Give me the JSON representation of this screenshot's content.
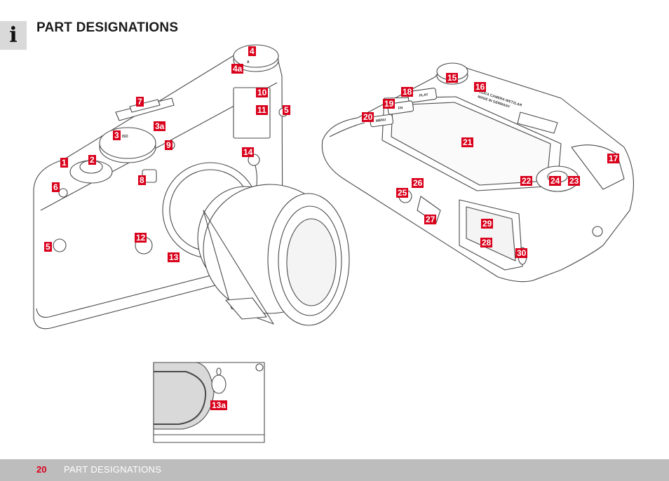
{
  "header": {
    "title": "PART DESIGNATIONS",
    "icon": "info-icon",
    "icon_glyph": "i"
  },
  "footer": {
    "page_number": "20",
    "section_title": "PART DESIGNATIONS"
  },
  "accent_color": "#d9001b",
  "front_view": {
    "labels": [
      "1",
      "2",
      "3",
      "3a",
      "4",
      "4a",
      "5",
      "5",
      "6",
      "7",
      "8",
      "9",
      "10",
      "11",
      "12",
      "13",
      "14"
    ],
    "engravings": [
      "ISO",
      "A"
    ]
  },
  "rear_view": {
    "labels": [
      "15",
      "16",
      "17",
      "18",
      "19",
      "20",
      "21",
      "22",
      "23",
      "24",
      "25",
      "26",
      "27",
      "28",
      "29",
      "30"
    ],
    "buttons": [
      "PLAY",
      "FN",
      "MENU"
    ],
    "engraving": [
      "LEICA CAMERA WETZLAR",
      "MADE IN GERMANY"
    ]
  },
  "detail_view": {
    "labels": [
      "13a"
    ]
  }
}
